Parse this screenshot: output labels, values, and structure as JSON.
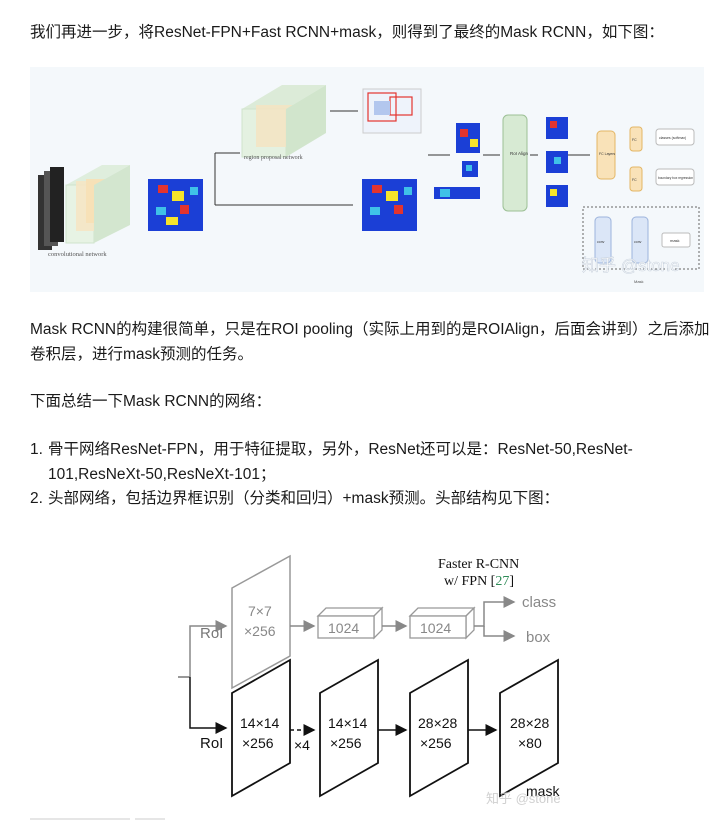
{
  "paragraph_intro": "我们再进一步，将ResNet-FPN+Fast RCNN+mask，则得到了最终的Mask RCNN，如下图：",
  "figure1": {
    "label_convolutional": "convolutional network",
    "label_rpn": "region proposal network",
    "label_roialign": "RoI Align",
    "label_fc_layers": "FC Layers",
    "label_fc": "FC",
    "label_classes": "classes (softmax)",
    "label_bbox": "boundary box regression",
    "label_conv": "conv",
    "label_mask_box": "mask",
    "label_mask": "Mask",
    "watermark": "知乎 @stone"
  },
  "paragraph_mask": "Mask RCNN的构建很简单，只是在ROI pooling（实际上用到的是ROIAlign，后面会讲到）之后添加卷积层，进行mask预测的任务。",
  "paragraph_summary": "下面总结一下Mask RCNN的网络：",
  "list": [
    {
      "num": "1.",
      "line1": "骨干网络ResNet-FPN，用于特征提取，另外，ResNet还可以是：ResNet-50,ResNet-",
      "line2": "101,ResNeXt-50,ResNeXt-101；"
    },
    {
      "num": "2.",
      "line1": "头部网络，包括边界框识别（分类和回归）+mask预测。头部结构见下图：",
      "line2": ""
    }
  ],
  "figure2": {
    "title_line1": "Faster R-CNN",
    "title_line2_prefix": "w/ FPN [",
    "title_ref": "27",
    "title_line2_suffix": "]",
    "top_roi": "RoI",
    "top_box1_l1": "7×7",
    "top_box1_l2": "×256",
    "fc1": "1024",
    "fc2": "1024",
    "out_class": "class",
    "out_box": "box",
    "bottom_roi": "RoI",
    "b1_l1": "14×14",
    "b1_l2": "×256",
    "times4": "×4",
    "b2_l1": "14×14",
    "b2_l2": "×256",
    "b3_l1": "28×28",
    "b3_l2": "×256",
    "b4_l1": "28×28",
    "b4_l2": "×80",
    "mask_label": "mask",
    "watermark": "知乎 @stone"
  }
}
